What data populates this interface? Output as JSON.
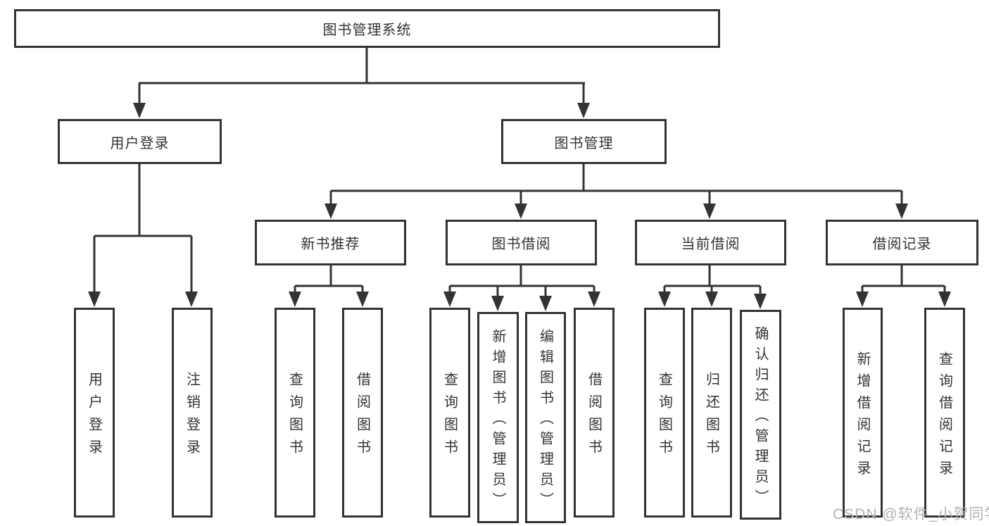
{
  "title": "图书管理系统",
  "colors": {
    "line": "#333333",
    "text": "#333333",
    "box_background": "#ffffff",
    "page_background": "#ffffff",
    "watermark_text_color": "#b2b2b6"
  },
  "watermark": {
    "text": "CSDN @软件_小贺同学"
  },
  "tree": {
    "root": {
      "label": "图书管理系统"
    },
    "branches": [
      {
        "label": "用户登录",
        "children": [
          {
            "label": "用户登录"
          },
          {
            "label": "注销登录"
          }
        ]
      },
      {
        "label": "图书管理",
        "children": [
          {
            "label": "新书推荐",
            "children": [
              {
                "label": "查询图书"
              },
              {
                "label": "借阅图书"
              }
            ]
          },
          {
            "label": "图书借阅",
            "children": [
              {
                "label": "查询图书"
              },
              {
                "label": "新增图书（管理员）"
              },
              {
                "label": "编辑图书（管理员）"
              },
              {
                "label": "借阅图书"
              }
            ]
          },
          {
            "label": "当前借阅",
            "children": [
              {
                "label": "查询图书"
              },
              {
                "label": "归还图书"
              },
              {
                "label": "确认归还（管理员）"
              }
            ]
          },
          {
            "label": "借阅记录",
            "children": [
              {
                "label": "新增借阅记录"
              },
              {
                "label": "查询借阅记录"
              }
            ]
          }
        ]
      }
    ]
  }
}
